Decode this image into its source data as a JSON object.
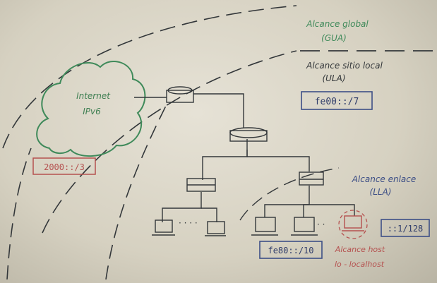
{
  "colors": {
    "paper": "#d9d4c4",
    "ink_black": "#33373a",
    "ink_green": "#3f8a5a",
    "ink_red": "#b5514f",
    "ink_blue": "#3d4f86",
    "ink_dark_blue": "#2f3c6a"
  },
  "cloud": {
    "line1": "Internet",
    "line2": "IPv6"
  },
  "scopes": {
    "global": {
      "line1": "Alcance global",
      "line2": "(GUA)"
    },
    "site": {
      "line1": "Alcance sitio local",
      "line2": "(ULA)"
    },
    "link": {
      "line1": "Alcance enlace",
      "line2": "(LLA)"
    },
    "host": {
      "line1": "Alcance host",
      "line2": "lo - localhost"
    }
  },
  "prefixes": {
    "global": "2000::/3",
    "site": "fe00::/7",
    "link": "fe80::/10",
    "host": "::1/128"
  },
  "icons": {
    "router": "router-icon",
    "switch": "switch-icon",
    "computer": "computer-icon",
    "cloud": "cloud-icon"
  }
}
